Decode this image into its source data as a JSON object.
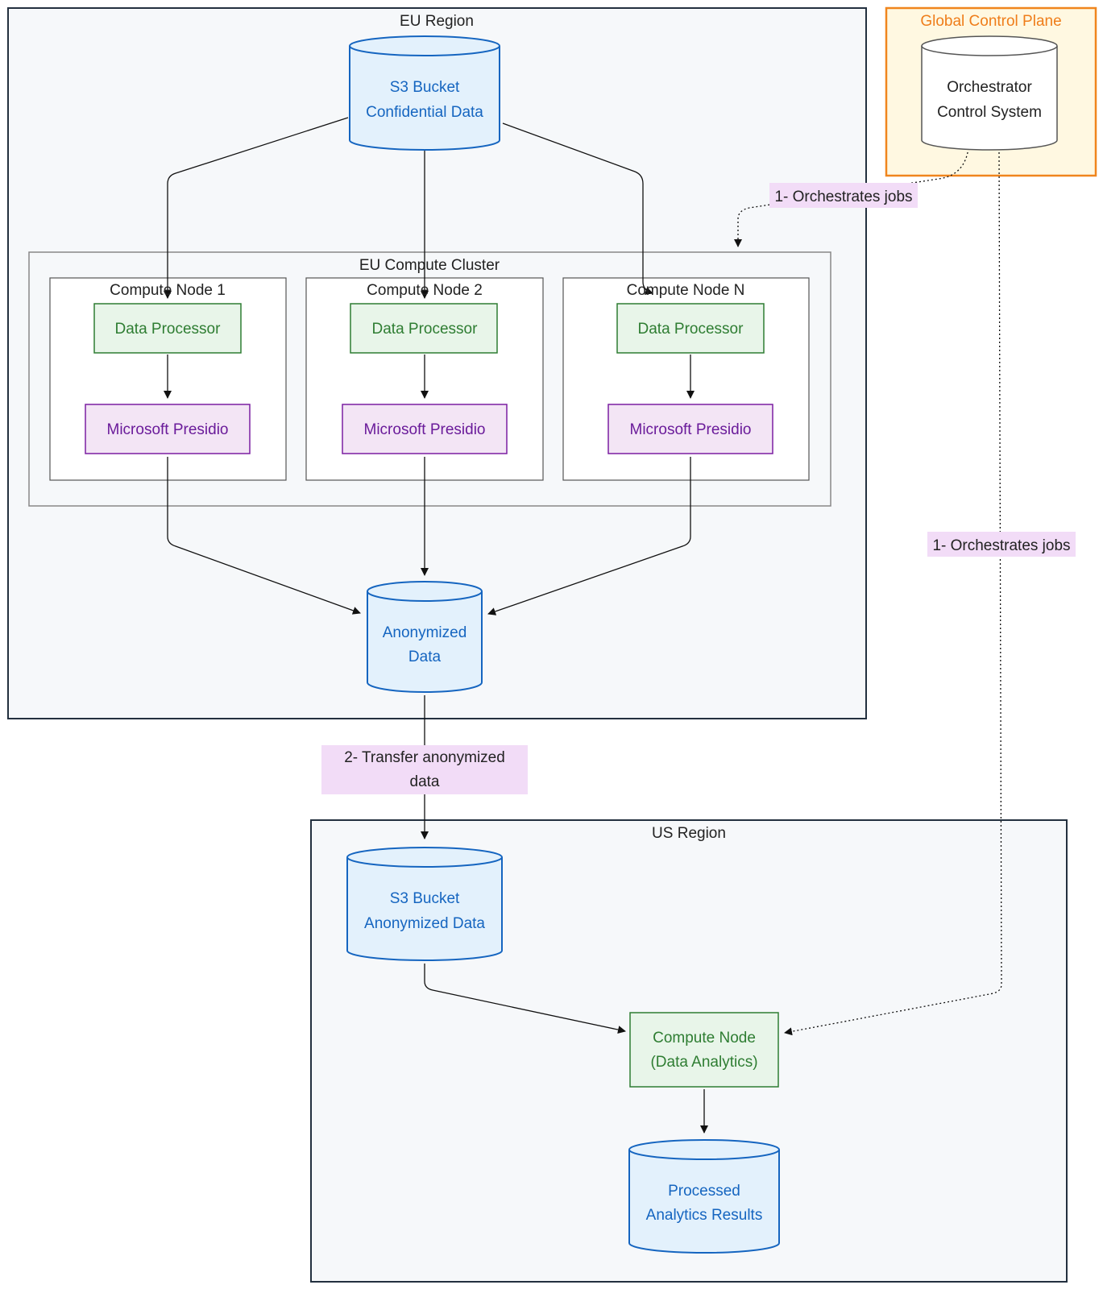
{
  "regions": {
    "eu": "EU Region",
    "global": "Global Control Plane",
    "cluster": "EU Compute Cluster",
    "us": "US Region"
  },
  "nodes": {
    "node1": "Compute Node 1",
    "node2": "Compute Node 2",
    "nodeN": "Compute Node N"
  },
  "stores": {
    "s3_confidential": [
      "S3 Bucket",
      "Confidential Data"
    ],
    "orchestrator": [
      "Orchestrator",
      "Control System"
    ],
    "anonymized": [
      "Anonymized",
      "Data"
    ],
    "s3_anonymized": [
      "S3 Bucket",
      "Anonymized Data"
    ],
    "results": [
      "Processed",
      "Analytics Results"
    ]
  },
  "processes": {
    "data_processor": "Data Processor",
    "presidio": "Microsoft Presidio",
    "analytics": [
      "Compute Node",
      "(Data Analytics)"
    ]
  },
  "edge_labels": {
    "orchestrates": "1- Orchestrates jobs",
    "transfer": [
      "2- Transfer anonymized",
      "data"
    ]
  },
  "colors": {
    "region_bg": "#f6f8fa",
    "region_border": "#23303f",
    "global_bg": "#fff8e1",
    "global_border": "#f0851d",
    "global_text": "#ef7d1a",
    "store_bg": "#e3f1fc",
    "store_border": "#1565c0",
    "store_text": "#1565c0",
    "process_bg": "#e8f5e9",
    "process_border": "#2e7d32",
    "process_text": "#2e7d32",
    "presidio_bg": "#f3e5f5",
    "presidio_border": "#7b1fa2",
    "presidio_text": "#6a1b9a",
    "label_bg": "#f2dcf7",
    "orch_bg": "#ffffff",
    "orch_border": "#555555"
  }
}
